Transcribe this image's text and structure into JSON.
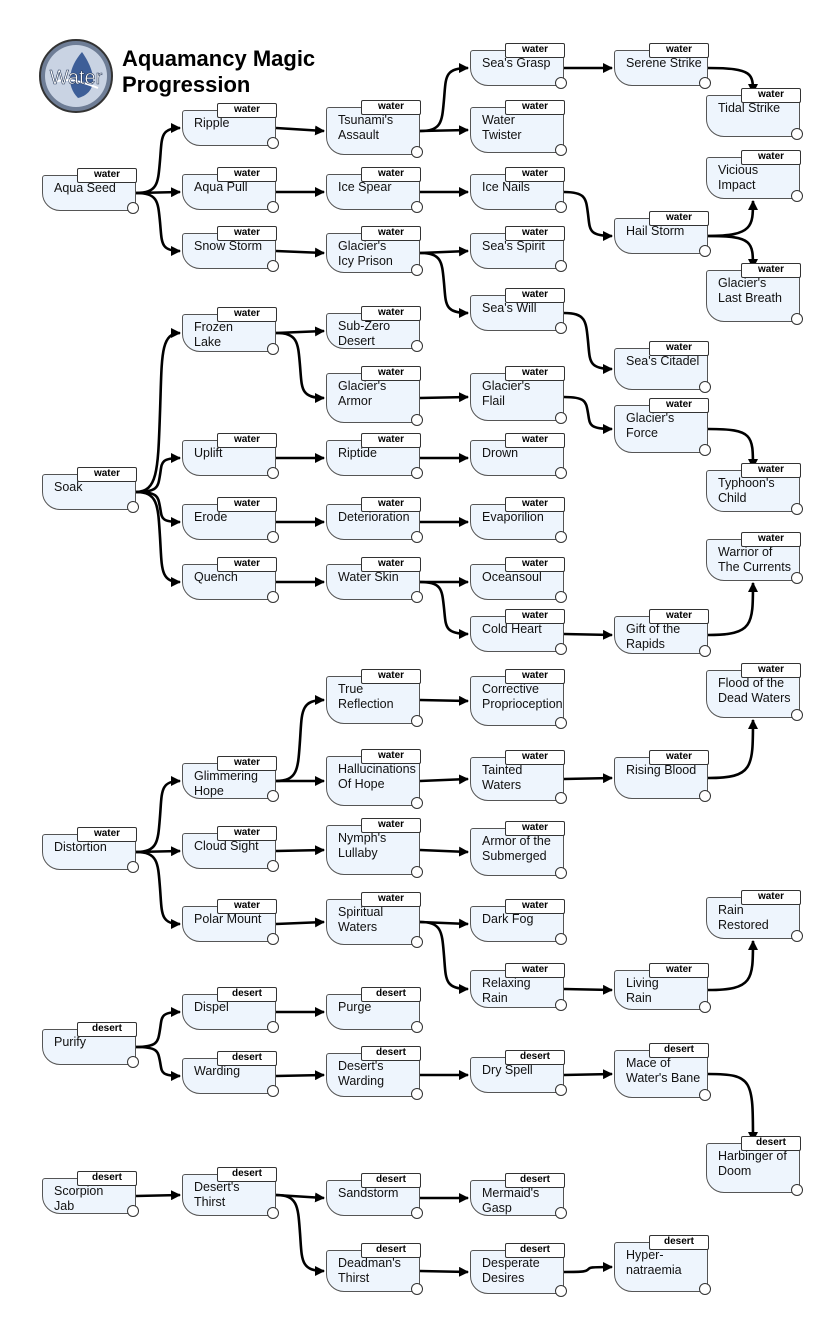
{
  "title": "Aquamancy Magic\nProgression",
  "logo": {
    "text": "Water",
    "color": "#4a6fa8"
  },
  "colors": {
    "node_fill": "#eef5fd",
    "edge": "#000000"
  },
  "nodes": [
    {
      "id": "aqua_seed",
      "label": "Aqua Seed",
      "tag": "water"
    },
    {
      "id": "ripple",
      "label": "Ripple",
      "tag": "water"
    },
    {
      "id": "aqua_pull",
      "label": "Aqua Pull",
      "tag": "water"
    },
    {
      "id": "snow_storm",
      "label": "Snow Storm",
      "tag": "water"
    },
    {
      "id": "tsunamis_assault",
      "label": "Tsunami's\nAssault",
      "tag": "water"
    },
    {
      "id": "ice_spear",
      "label": "Ice Spear",
      "tag": "water"
    },
    {
      "id": "glaciers_icy_prison",
      "label": "Glacier's\nIcy Prison",
      "tag": "water"
    },
    {
      "id": "seas_grasp",
      "label": "Sea's Grasp",
      "tag": "water"
    },
    {
      "id": "water_twister",
      "label": "Water\nTwister",
      "tag": "water"
    },
    {
      "id": "ice_nails",
      "label": "Ice Nails",
      "tag": "water"
    },
    {
      "id": "seas_spirit",
      "label": "Sea's Spirit",
      "tag": "water"
    },
    {
      "id": "seas_will",
      "label": "Sea's Will",
      "tag": "water"
    },
    {
      "id": "serene_strike",
      "label": "Serene Strike",
      "tag": "water"
    },
    {
      "id": "tidal_strike",
      "label": "Tidal Strike",
      "tag": "water"
    },
    {
      "id": "hail_storm",
      "label": "Hail Storm",
      "tag": "water"
    },
    {
      "id": "vicious_impact",
      "label": "Vicious\n       Impact",
      "tag": "water"
    },
    {
      "id": "glaciers_last_breath",
      "label": "Glacier's\nLast Breath",
      "tag": "water"
    },
    {
      "id": "seas_citadel",
      "label": "Sea's Citadel",
      "tag": "water"
    },
    {
      "id": "soak",
      "label": "Soak",
      "tag": "water"
    },
    {
      "id": "frozen_lake",
      "label": "Frozen\nLake",
      "tag": "water"
    },
    {
      "id": "uplift",
      "label": "Uplift",
      "tag": "water"
    },
    {
      "id": "erode",
      "label": "Erode",
      "tag": "water"
    },
    {
      "id": "quench",
      "label": "Quench",
      "tag": "water"
    },
    {
      "id": "sub_zero_desert",
      "label": "Sub-Zero\nDesert",
      "tag": "water"
    },
    {
      "id": "glaciers_armor",
      "label": "Glacier's\nArmor",
      "tag": "water"
    },
    {
      "id": "riptide",
      "label": "Riptide",
      "tag": "water"
    },
    {
      "id": "deterioration",
      "label": "Deterioration",
      "tag": "water"
    },
    {
      "id": "water_skin",
      "label": "Water Skin",
      "tag": "water"
    },
    {
      "id": "glaciers_flail",
      "label": "Glacier's\nFlail",
      "tag": "water"
    },
    {
      "id": "drown",
      "label": "Drown",
      "tag": "water"
    },
    {
      "id": "evaporilion",
      "label": "Evaporilion",
      "tag": "water"
    },
    {
      "id": "oceansoul",
      "label": "Oceansoul",
      "tag": "water"
    },
    {
      "id": "cold_heart",
      "label": "Cold Heart",
      "tag": "water"
    },
    {
      "id": "glaciers_force",
      "label": "Glacier's\nForce",
      "tag": "water"
    },
    {
      "id": "typhoons_child",
      "label": "Typhoon's\nChild",
      "tag": "water"
    },
    {
      "id": "gift_of_the_rapids",
      "label": "Gift of the\nRapids",
      "tag": "water"
    },
    {
      "id": "warrior_of_the_currents",
      "label": "Warrior of\nThe Currents",
      "tag": "water"
    },
    {
      "id": "distortion",
      "label": "Distortion",
      "tag": "water"
    },
    {
      "id": "glimmering_hope",
      "label": "Glimmering\nHope",
      "tag": "water"
    },
    {
      "id": "cloud_sight",
      "label": "Cloud Sight",
      "tag": "water"
    },
    {
      "id": "polar_mount",
      "label": "Polar Mount",
      "tag": "water"
    },
    {
      "id": "true_reflection",
      "label": "True\nReflection",
      "tag": "water"
    },
    {
      "id": "hallucinations_of_hope",
      "label": "Hallucinations\nOf Hope",
      "tag": "water"
    },
    {
      "id": "nymphs_lullaby",
      "label": "Nymph's\nLullaby",
      "tag": "water"
    },
    {
      "id": "spiritual_waters",
      "label": "Spiritual\nWaters",
      "tag": "water"
    },
    {
      "id": "corrective_proprioception",
      "label": "Corrective\nProprioception",
      "tag": "water"
    },
    {
      "id": "tainted_waters",
      "label": "Tainted\nWaters",
      "tag": "water"
    },
    {
      "id": "armor_of_the_submerged",
      "label": "Armor of the\nSubmerged",
      "tag": "water"
    },
    {
      "id": "dark_fog",
      "label": "Dark Fog",
      "tag": "water"
    },
    {
      "id": "relaxing_rain",
      "label": "Relaxing\nRain",
      "tag": "water"
    },
    {
      "id": "rising_blood",
      "label": "Rising Blood",
      "tag": "water"
    },
    {
      "id": "flood_of_the_dead_waters",
      "label": "Flood of the\nDead Waters",
      "tag": "water"
    },
    {
      "id": "living_rain",
      "label": "Living\nRain",
      "tag": "water"
    },
    {
      "id": "rain_restored",
      "label": "Rain Restored",
      "tag": "water"
    },
    {
      "id": "purify",
      "label": "Purify",
      "tag": "desert"
    },
    {
      "id": "dispel",
      "label": "Dispel",
      "tag": "desert"
    },
    {
      "id": "warding",
      "label": "Warding",
      "tag": "desert"
    },
    {
      "id": "purge",
      "label": "Purge",
      "tag": "desert"
    },
    {
      "id": "deserts_warding",
      "label": "Desert's\nWarding",
      "tag": "desert"
    },
    {
      "id": "dry_spell",
      "label": "Dry Spell",
      "tag": "desert"
    },
    {
      "id": "mace_of_waters_bane",
      "label": "Mace of\nWater's Bane",
      "tag": "desert"
    },
    {
      "id": "harbinger_of_doom",
      "label": "Harbinger of\nDoom",
      "tag": "desert"
    },
    {
      "id": "scorpion_jab",
      "label": "Scorpion\nJab",
      "tag": "desert"
    },
    {
      "id": "deserts_thirst",
      "label": "Desert's\nThirst",
      "tag": "desert"
    },
    {
      "id": "sandstorm",
      "label": "Sandstorm",
      "tag": "desert"
    },
    {
      "id": "deadmans_thirst",
      "label": "Deadman's\nThirst",
      "tag": "desert"
    },
    {
      "id": "mermaids_gasp",
      "label": "Mermaid's\nGasp",
      "tag": "desert"
    },
    {
      "id": "desperate_desires",
      "label": "Desperate\nDesires",
      "tag": "desert"
    },
    {
      "id": "hyper_natraemia",
      "label": "Hyper-\nnatraemia",
      "tag": "desert"
    }
  ],
  "edges": [
    [
      "aqua_seed",
      "ripple"
    ],
    [
      "aqua_seed",
      "aqua_pull"
    ],
    [
      "aqua_seed",
      "snow_storm"
    ],
    [
      "ripple",
      "tsunamis_assault"
    ],
    [
      "aqua_pull",
      "ice_spear"
    ],
    [
      "snow_storm",
      "glaciers_icy_prison"
    ],
    [
      "tsunamis_assault",
      "seas_grasp"
    ],
    [
      "tsunamis_assault",
      "water_twister"
    ],
    [
      "ice_spear",
      "ice_nails"
    ],
    [
      "glaciers_icy_prison",
      "seas_spirit"
    ],
    [
      "glaciers_icy_prison",
      "seas_will"
    ],
    [
      "seas_grasp",
      "serene_strike"
    ],
    [
      "serene_strike",
      "tidal_strike"
    ],
    [
      "ice_nails",
      "hail_storm"
    ],
    [
      "hail_storm",
      "vicious_impact"
    ],
    [
      "hail_storm",
      "glaciers_last_breath"
    ],
    [
      "seas_will",
      "seas_citadel"
    ],
    [
      "soak",
      "frozen_lake"
    ],
    [
      "soak",
      "uplift"
    ],
    [
      "soak",
      "erode"
    ],
    [
      "soak",
      "quench"
    ],
    [
      "frozen_lake",
      "sub_zero_desert"
    ],
    [
      "frozen_lake",
      "glaciers_armor"
    ],
    [
      "glaciers_armor",
      "glaciers_flail"
    ],
    [
      "glaciers_flail",
      "glaciers_force"
    ],
    [
      "glaciers_force",
      "typhoons_child"
    ],
    [
      "uplift",
      "riptide"
    ],
    [
      "riptide",
      "drown"
    ],
    [
      "erode",
      "deterioration"
    ],
    [
      "deterioration",
      "evaporilion"
    ],
    [
      "quench",
      "water_skin"
    ],
    [
      "water_skin",
      "oceansoul"
    ],
    [
      "water_skin",
      "cold_heart"
    ],
    [
      "cold_heart",
      "gift_of_the_rapids"
    ],
    [
      "gift_of_the_rapids",
      "warrior_of_the_currents"
    ],
    [
      "distortion",
      "glimmering_hope"
    ],
    [
      "distortion",
      "cloud_sight"
    ],
    [
      "distortion",
      "polar_mount"
    ],
    [
      "glimmering_hope",
      "true_reflection"
    ],
    [
      "glimmering_hope",
      "hallucinations_of_hope"
    ],
    [
      "true_reflection",
      "corrective_proprioception"
    ],
    [
      "hallucinations_of_hope",
      "tainted_waters"
    ],
    [
      "tainted_waters",
      "rising_blood"
    ],
    [
      "rising_blood",
      "flood_of_the_dead_waters"
    ],
    [
      "cloud_sight",
      "nymphs_lullaby"
    ],
    [
      "nymphs_lullaby",
      "armor_of_the_submerged"
    ],
    [
      "polar_mount",
      "spiritual_waters"
    ],
    [
      "spiritual_waters",
      "dark_fog"
    ],
    [
      "spiritual_waters",
      "relaxing_rain"
    ],
    [
      "relaxing_rain",
      "living_rain"
    ],
    [
      "living_rain",
      "rain_restored"
    ],
    [
      "purify",
      "dispel"
    ],
    [
      "purify",
      "warding"
    ],
    [
      "dispel",
      "purge"
    ],
    [
      "warding",
      "deserts_warding"
    ],
    [
      "deserts_warding",
      "dry_spell"
    ],
    [
      "dry_spell",
      "mace_of_waters_bane"
    ],
    [
      "mace_of_waters_bane",
      "harbinger_of_doom"
    ],
    [
      "scorpion_jab",
      "deserts_thirst"
    ],
    [
      "deserts_thirst",
      "sandstorm"
    ],
    [
      "deserts_thirst",
      "deadmans_thirst"
    ],
    [
      "sandstorm",
      "mermaids_gasp"
    ],
    [
      "deadmans_thirst",
      "desperate_desires"
    ],
    [
      "desperate_desires",
      "hyper_natraemia"
    ]
  ]
}
